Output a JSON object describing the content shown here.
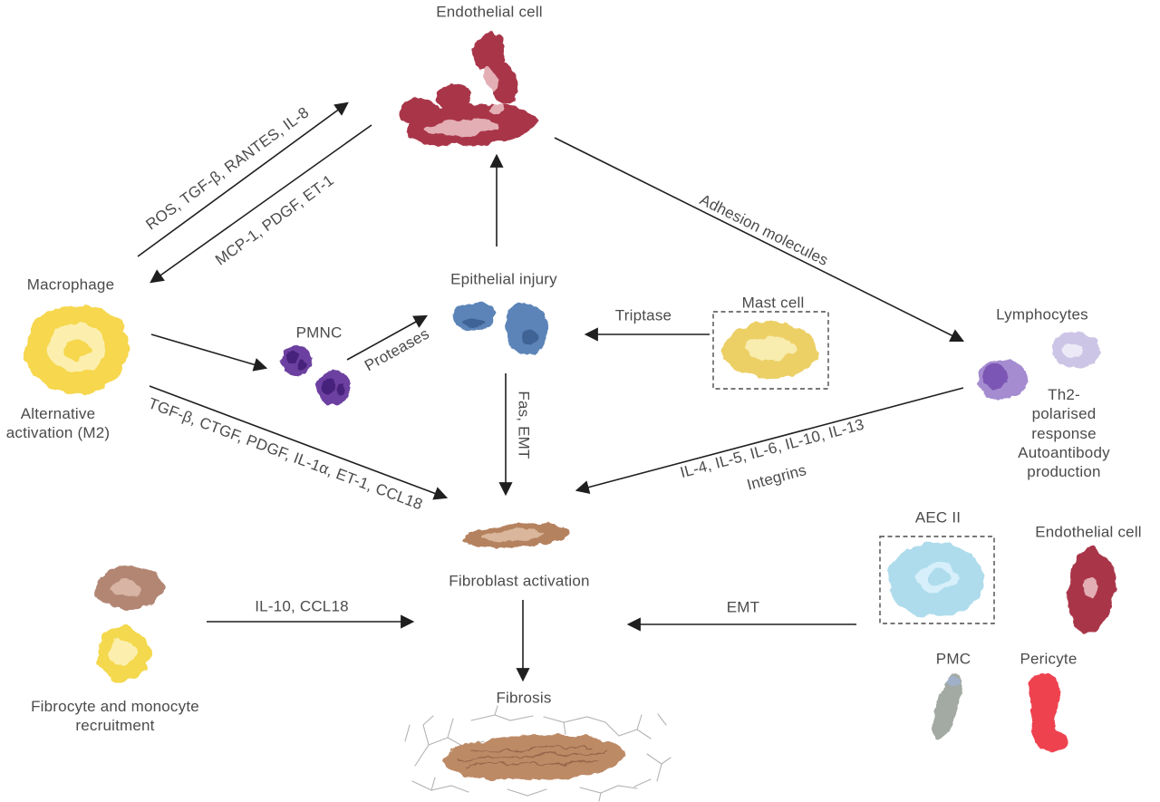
{
  "colors": {
    "text": "#4b4b4b",
    "arrow": "#1f1f1f",
    "dashed_box": "#4b4b4b",
    "macrophage": "#f6d74d",
    "macrophage_light": "#fcefae",
    "endothelial": "#a93448",
    "endothelial_light": "#e3aeb4",
    "pmnc": "#6c3fa0",
    "pmnc_dark": "#46207c",
    "epithelial": "#5b84b8",
    "epithelial_dark": "#3f6496",
    "mast": "#ecd066",
    "mast_light": "#f8ecae",
    "lymphocyte": "#a58cd0",
    "lymphocyte_nucleus": "#7b57b4",
    "lymphocyte_pale": "#cdc5e6",
    "lymphocyte_pale_center": "#eceaf6",
    "fibroblast": "#b5825f",
    "fibroblast_light": "#dab79c",
    "fibrocyte": "#b28673",
    "fibrocyte_light": "#d8b4a4",
    "monocyte": "#f4d84e",
    "aec2": "#aedcec",
    "aec2_light": "#d6effa",
    "pmc": "#a3aaa4",
    "pmc_accent": "#9fb0c8",
    "pericyte": "#ee4350",
    "fibrosis_cell": "#bd8a66",
    "fibrosis_lines": "#96644a",
    "fiber_network": "#b3b3b3"
  },
  "labels": {
    "endothelial_top": "Endothelial cell",
    "macrophage": "Macrophage",
    "macrophage_state": "Alternative\nactivation (M2)",
    "pmnc": "PMNC",
    "epithelial_injury": "Epithelial injury",
    "mast_cell": "Mast cell",
    "lymphocytes": "Lymphocytes",
    "lymphocyte_effects": "Th2-polarised response\nAutoantibody production",
    "fibroblast": "Fibroblast activation",
    "fibrocyte": "Fibrocyte and monocyte\nrecruitment",
    "aec2": "AEC II",
    "endothelial_right": "Endothelial cell",
    "pmc": "PMC",
    "pericyte": "Pericyte",
    "fibrosis": "Fibrosis"
  },
  "arrow_labels": {
    "macrophage_to_endothelial": "ROS, TGF-β, RANTES, IL-8",
    "endothelial_to_macrophage": "MCP-1, PDGF, ET-1",
    "endothelial_to_lymphocytes": "Adhesion molecules",
    "mast_to_epithelial": "Triptase",
    "pmnc_to_epithelial": "Proteases",
    "epithelial_to_fibroblast": "Fas, EMT",
    "macrophage_to_fibroblast": "TGF-β, CTGF, PDGF, IL-1α, ET-1, CCL18",
    "lymphocytes_to_fibroblast_line1": "IL-4, IL-5, IL-6, IL-10, IL-13",
    "lymphocytes_to_fibroblast_line2": "Integrins",
    "fibrocyte_to_fibroblast": "IL-10, CCL18",
    "aec_to_fibroblast": "EMT"
  }
}
